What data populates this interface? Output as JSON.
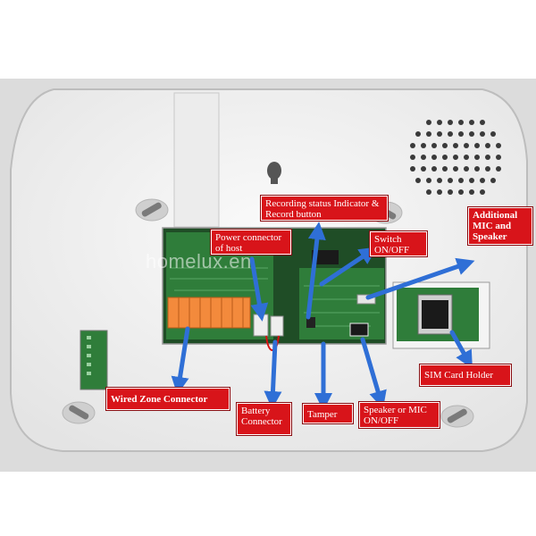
{
  "colors": {
    "callout_fill": "#d8141a",
    "arrow": "#2f6fd6",
    "housing": "#f2f2f2",
    "pcb": "#2f7d3a",
    "terminal": "#f38a3c"
  },
  "watermark": "homelux.en",
  "labels": {
    "recording": "Recording status Indicator & Record button",
    "power": "Power connector of host",
    "switch": "Switch ON/OFF",
    "additional": "Additional MIC and Speaker",
    "wired": "Wired Zone Connector",
    "battery": "Battery Connector",
    "tamper": "Tamper",
    "speaker": "Speaker or MIC ON/OFF",
    "sim": "SIM  Card Holder"
  }
}
